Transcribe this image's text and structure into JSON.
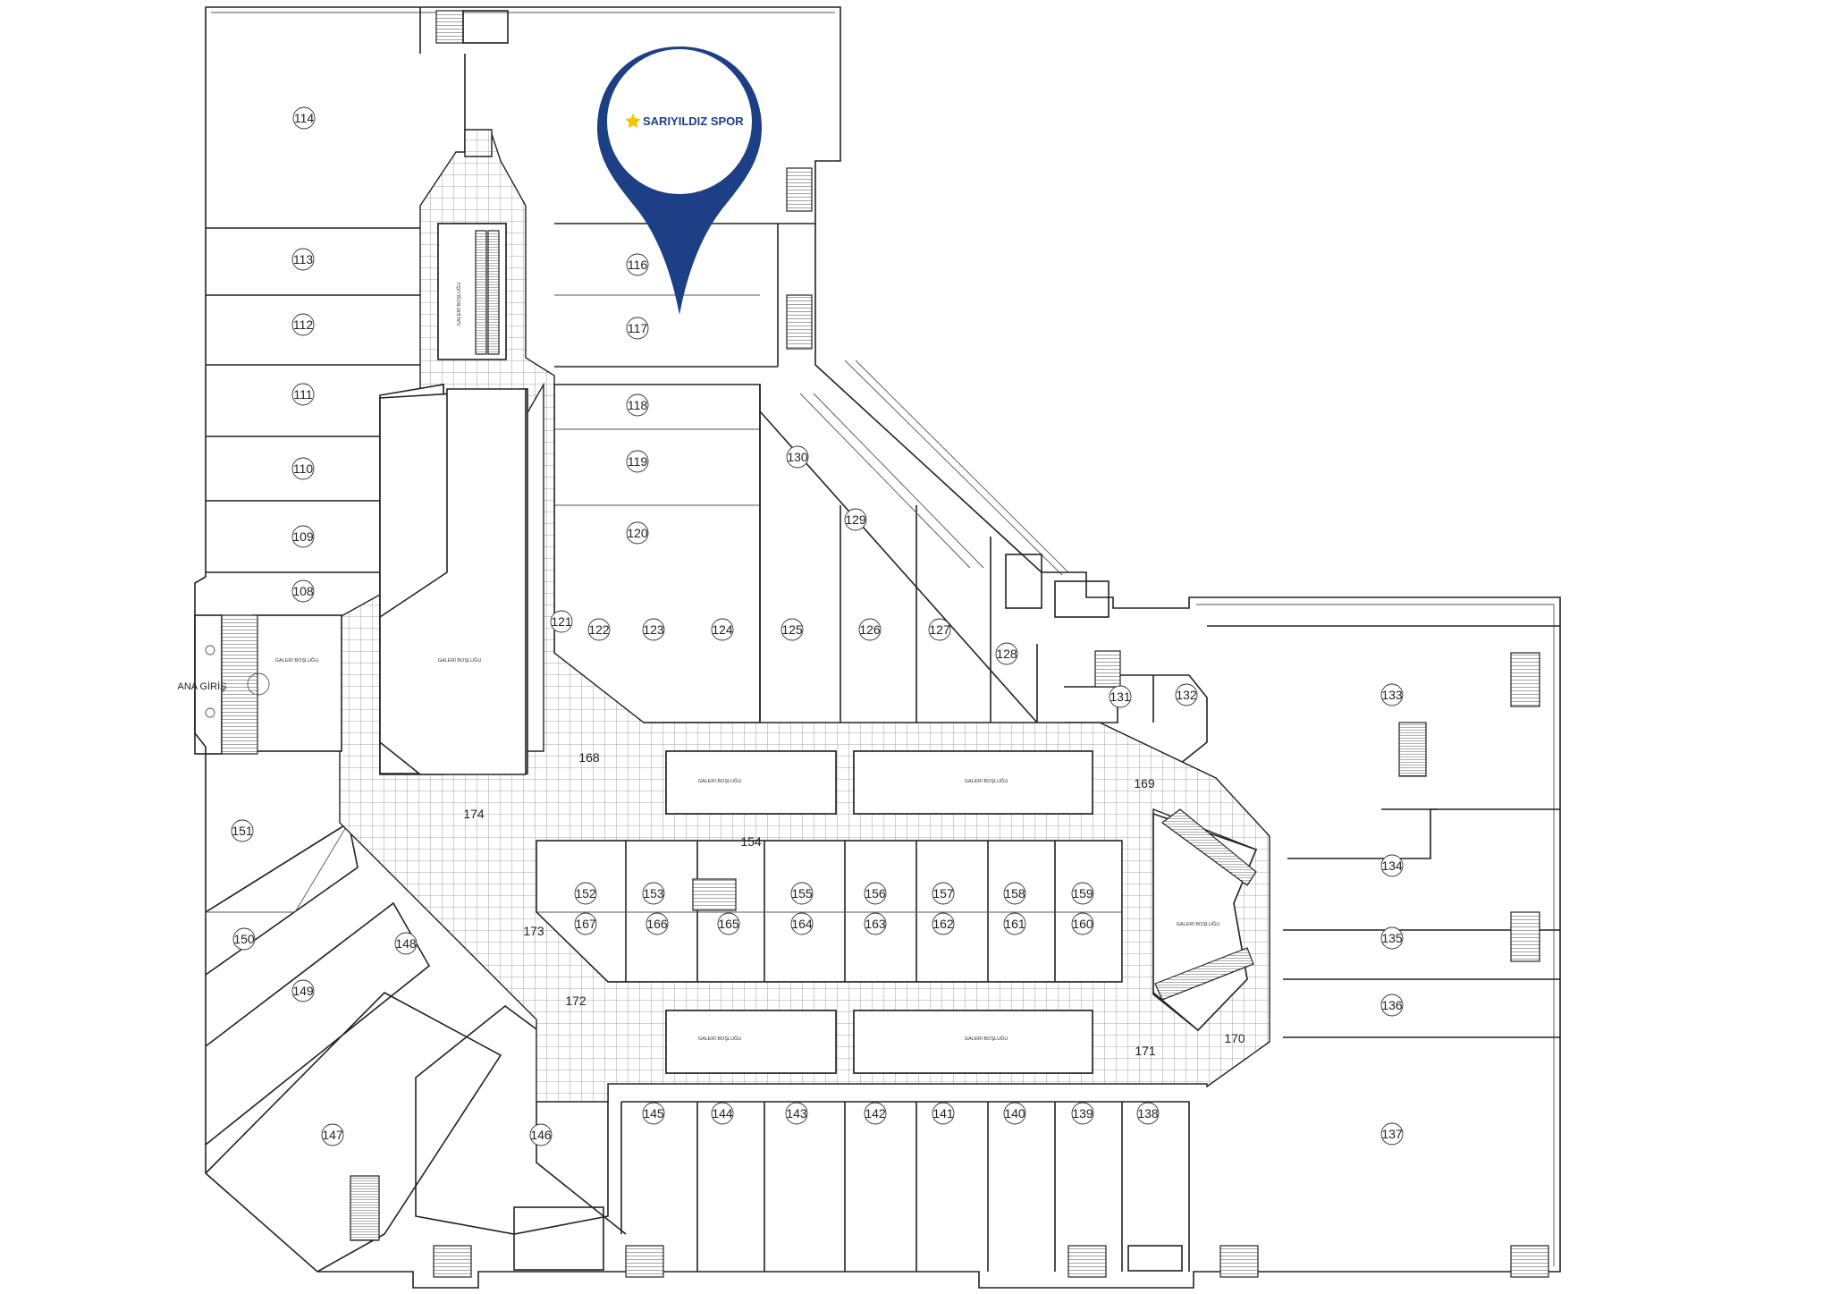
{
  "marker": {
    "store_name": "SARIYILDIZ SPOR",
    "pin_color": "#1c3f86",
    "star_color": "#f4c400",
    "icon": "star-icon"
  },
  "entrance_label": "ANA GİRİŞ",
  "units": [
    "108",
    "109",
    "110",
    "111",
    "112",
    "113",
    "114",
    "116",
    "117",
    "118",
    "119",
    "120",
    "121",
    "122",
    "123",
    "124",
    "125",
    "126",
    "127",
    "128",
    "129",
    "130",
    "131",
    "132",
    "133",
    "134",
    "135",
    "136",
    "137",
    "138",
    "139",
    "140",
    "141",
    "142",
    "143",
    "144",
    "145",
    "146",
    "147",
    "148",
    "149",
    "150",
    "151",
    "152",
    "153",
    "154",
    "155",
    "156",
    "157",
    "158",
    "159",
    "160",
    "161",
    "162",
    "163",
    "164",
    "165",
    "166",
    "167",
    "168",
    "169",
    "170",
    "171",
    "172",
    "173",
    "174"
  ],
  "voids": {
    "north": "GALERİ BOŞLUĞU",
    "entrance": "GALERİ BOŞLUĞU",
    "central": "GALERİ BOŞLUĞU",
    "upper_left": "GALERİ BOŞLUĞU",
    "upper_right": "GALERİ BOŞLUĞU",
    "lower_left": "GALERİ BOŞLUĞU",
    "lower_right": "GALERİ BOŞLUĞU",
    "east": "GALERİ BOŞLUĞU"
  },
  "colors": {
    "line": "#222222",
    "grid": "#9a9a9a"
  }
}
